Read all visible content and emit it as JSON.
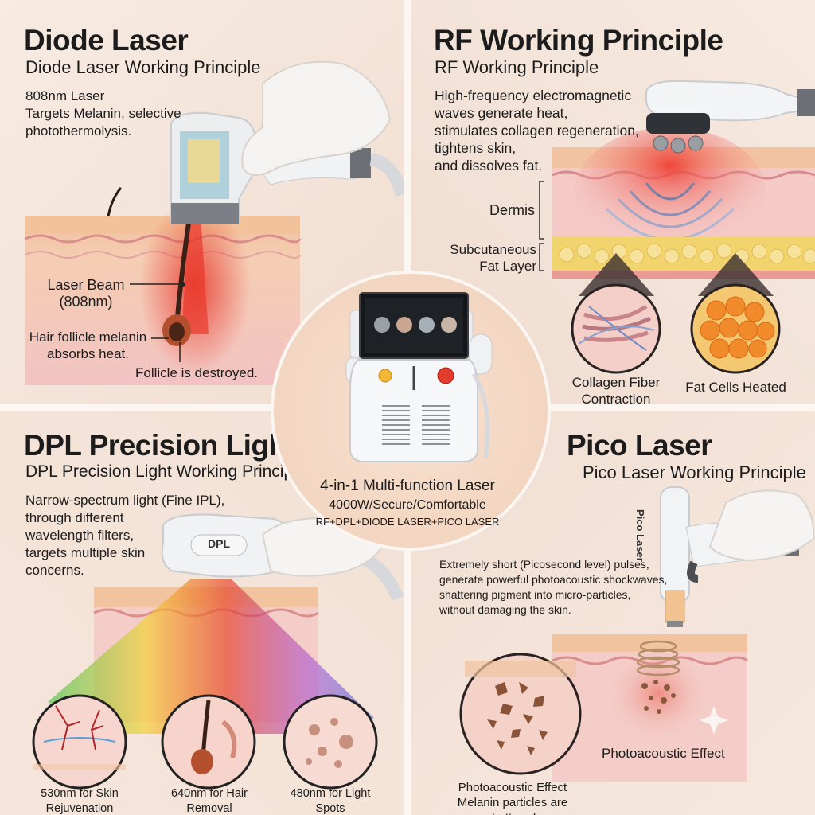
{
  "colors": {
    "skin_top": "#f2c7a6",
    "skin_mid": "#f4cfc5",
    "fat": "#f3d36a",
    "laser_red": "#e6382a",
    "accent_red": "#d9352a",
    "panel": "#f6e6da"
  },
  "diode": {
    "title": "Diode Laser",
    "subtitle": "Diode Laser Working Principle",
    "desc": [
      "808nm Laser",
      "Targets Melanin, selective",
      "photothermolysis."
    ],
    "beam_label": [
      "Laser Beam",
      "(808nm)"
    ],
    "follicle_label": [
      "Hair follicle melanin",
      "absorbs heat."
    ],
    "destroyed_label": "Follicle is destroyed."
  },
  "rf": {
    "title": "RF Working Principle",
    "subtitle": "RF Working Principle",
    "desc": [
      "High-frequency electromagnetic",
      "waves generate heat,",
      "stimulates collagen regeneration,",
      "tightens skin,",
      "and dissolves fat."
    ],
    "dermis_label": "Dermis",
    "fat_label": [
      "Subcutaneous",
      "Fat Layer"
    ],
    "collagen_label": [
      "Collagen Fiber",
      "Contraction"
    ],
    "fat_cells_label": "Fat Cells Heated"
  },
  "dpl": {
    "title": "DPL Precision Light",
    "subtitle": "DPL Precision Light Working Principle",
    "desc": [
      "Narrow-spectrum light (Fine IPL),",
      "through different",
      "wavelength filters,",
      "targets multiple skin",
      "concerns."
    ],
    "handle_label": "DPL",
    "circles": [
      "530nm for Skin Rejuvenation",
      "640nm for Hair Removal",
      "480nm for Light Spots"
    ]
  },
  "pico": {
    "title": "Pico Laser",
    "subtitle": "Pico Laser Working Principle",
    "desc": [
      "Extremely short (Picosecond level) pulses,",
      "generate powerful photoacoustic shockwaves,",
      "shattering pigment into micro-particles,",
      "without damaging the skin."
    ],
    "handle_label": "Pico Laser",
    "effect_label": "Photoacoustic Effect",
    "bottom_label": [
      "Photoacoustic Effect",
      "Melanin particles are shattered."
    ]
  },
  "center": {
    "line1": "4-in-1 Multi-function Laser",
    "line2": "4000W/Secure/Comfortable",
    "line3": "RF+DPL+DIODE LASER+PICO LASER"
  }
}
